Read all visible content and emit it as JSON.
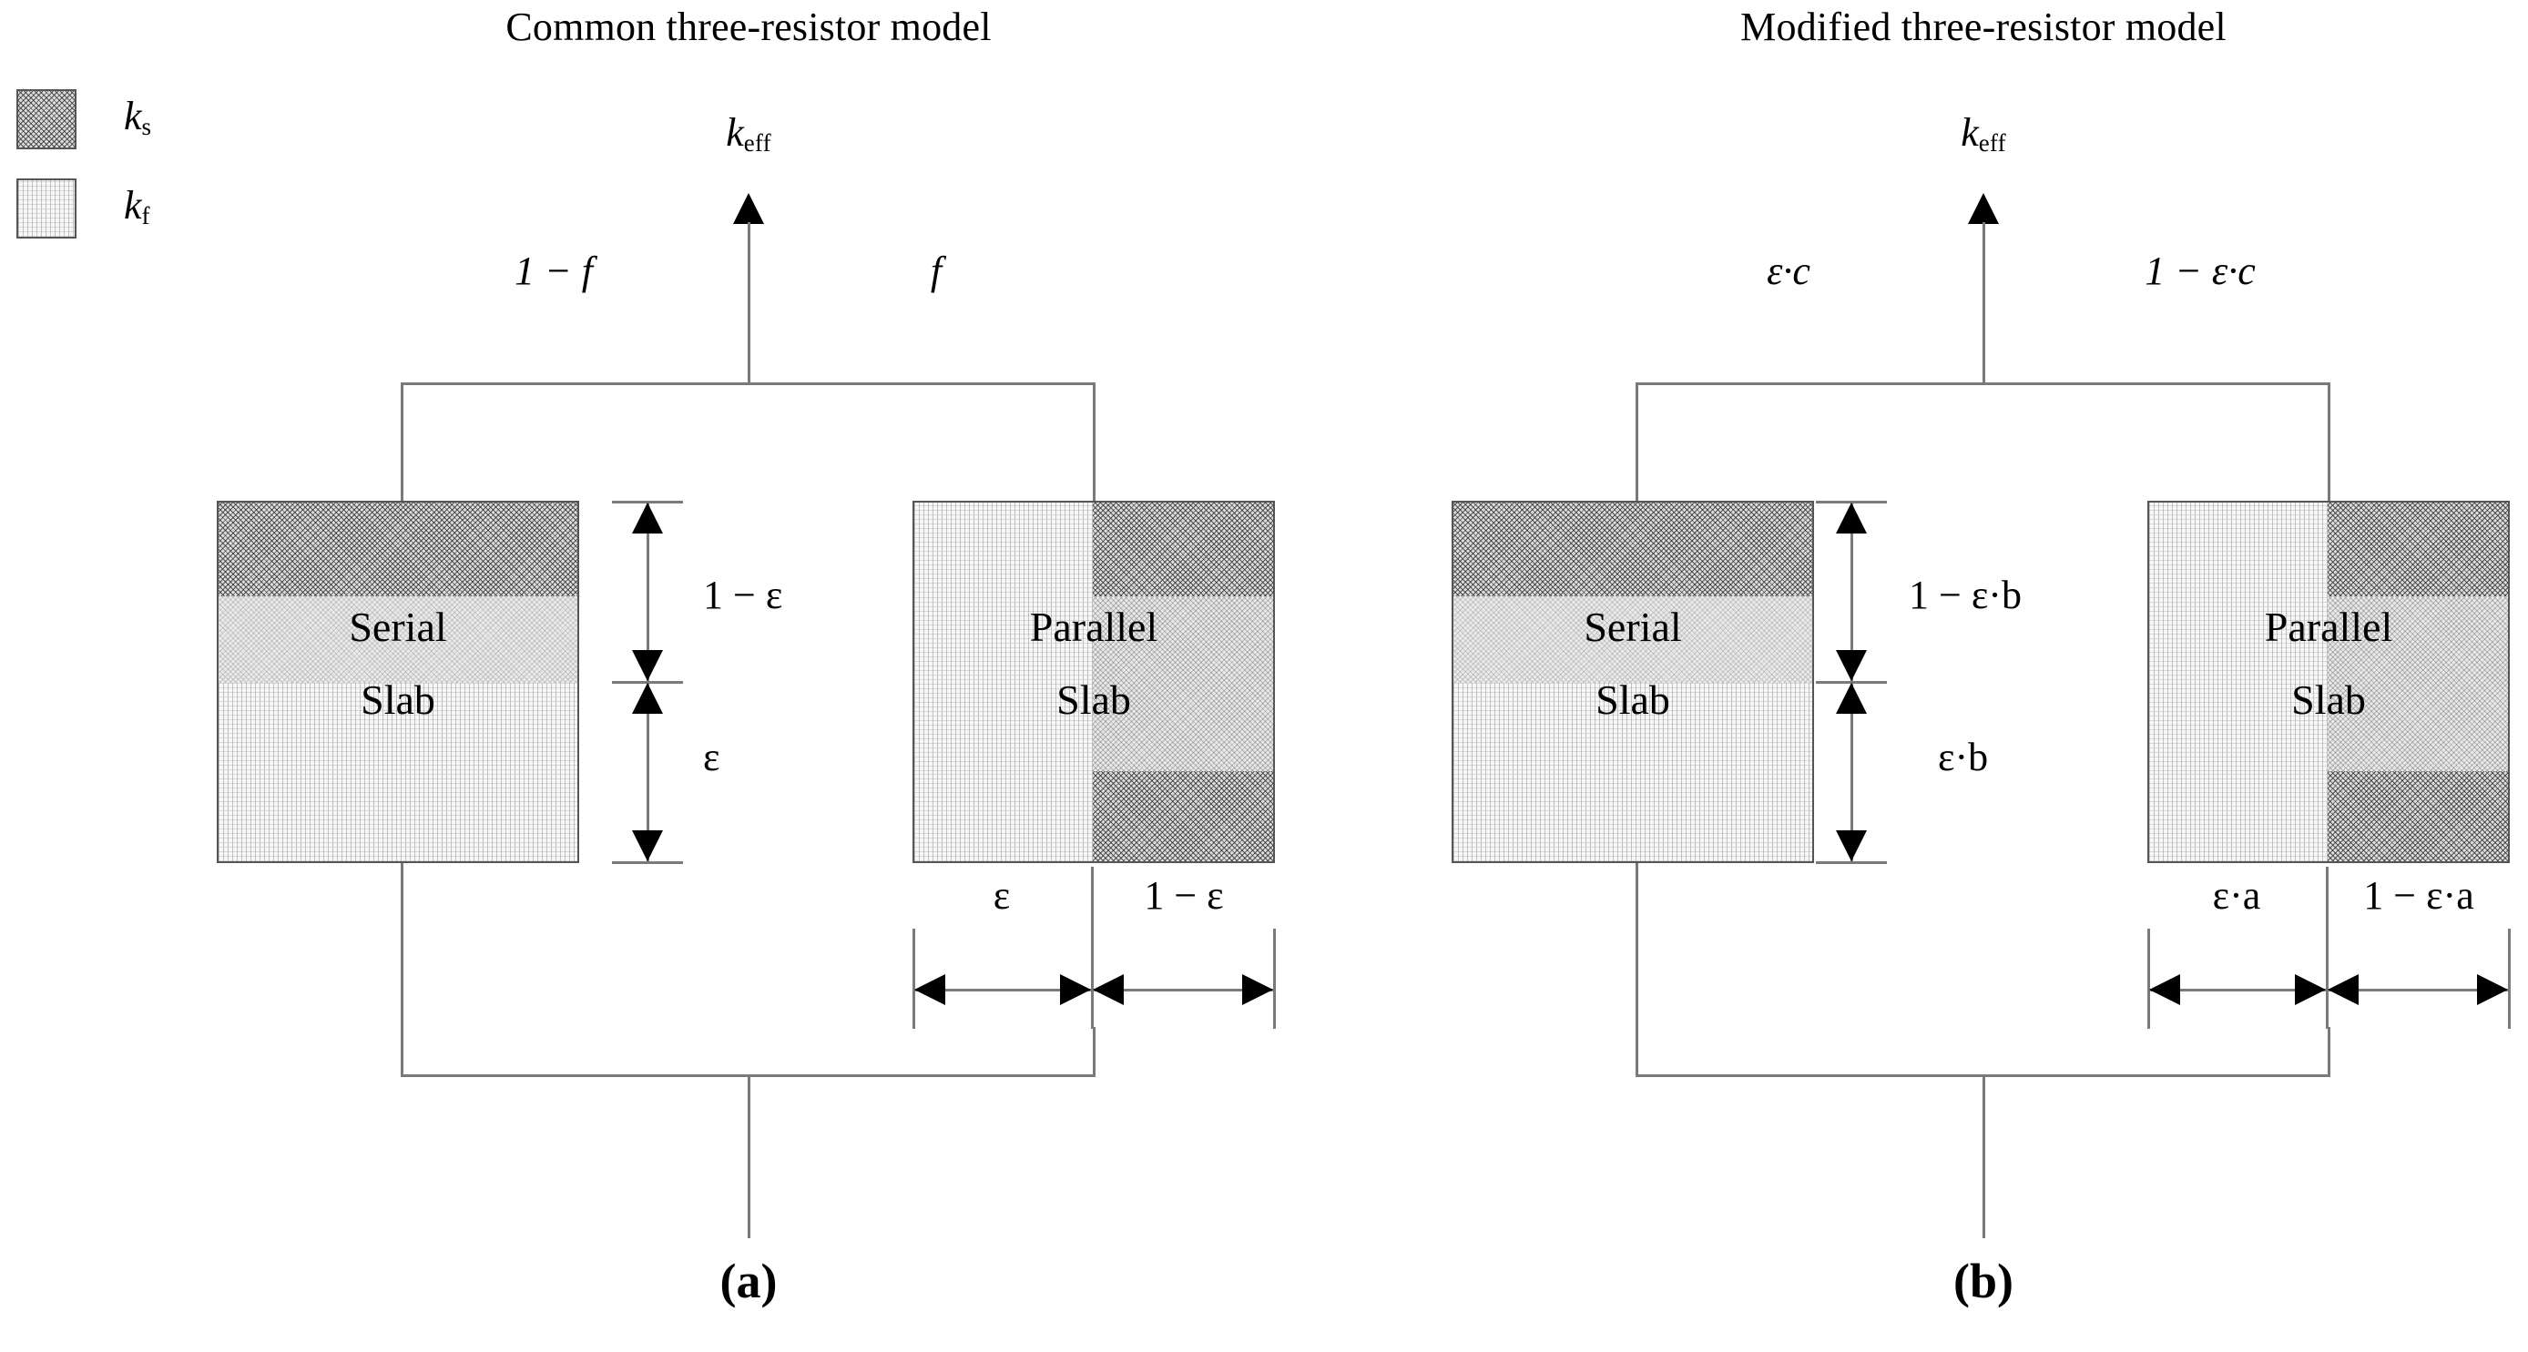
{
  "figure": {
    "legend": {
      "items": [
        {
          "symbol": "k",
          "subscript": "s",
          "swatch": "ks-hatch-dark"
        },
        {
          "symbol": "k",
          "subscript": "f",
          "swatch": "kf-hatch-light"
        }
      ]
    },
    "panels": [
      {
        "id": "a",
        "title": "Common three-resistor model",
        "caption": "(a)",
        "output_label": {
          "symbol": "k",
          "subscript": "eff"
        },
        "branch_labels": {
          "left": "1 − f",
          "right": "f"
        },
        "serial_slab": {
          "label_line1": "Serial",
          "label_line2": "Slab"
        },
        "parallel_slab": {
          "label_line1": "Parallel",
          "label_line2": "Slab"
        },
        "vertical_dimensions": {
          "top": "1 − ε",
          "bottom": "ε"
        },
        "horizontal_dimensions": {
          "left": "ε",
          "right": "1 − ε"
        }
      },
      {
        "id": "b",
        "title": "Modified three-resistor model",
        "caption": "(b)",
        "output_label": {
          "symbol": "k",
          "subscript": "eff"
        },
        "branch_labels": {
          "left": "ε·c",
          "right": "1 − ε·c"
        },
        "serial_slab": {
          "label_line1": "Serial",
          "label_line2": "Slab"
        },
        "parallel_slab": {
          "label_line1": "Parallel",
          "label_line2": "Slab"
        },
        "vertical_dimensions": {
          "top": "1 − ε·b",
          "bottom": "ε·b"
        },
        "horizontal_dimensions": {
          "left": "ε·a",
          "right": "1 − ε·a"
        }
      }
    ],
    "colors": {
      "line": "#7a7a7a",
      "border": "#555555",
      "ks_fill": "#dcdcdc",
      "kf_fill": "#f7f7f7",
      "text": "#000000",
      "background": "#ffffff"
    }
  }
}
